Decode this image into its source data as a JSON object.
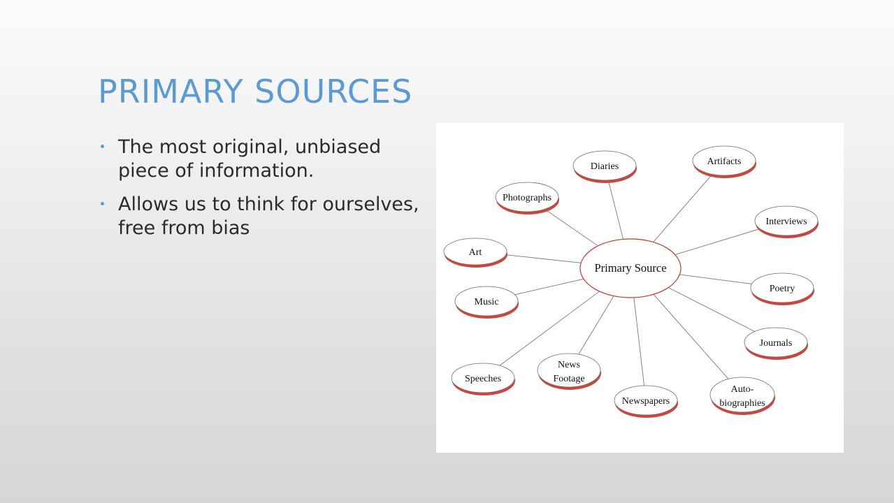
{
  "slide": {
    "title": "PRIMARY SOURCES",
    "bullets": [
      "The most original, unbiased piece of information.",
      "Allows us to think for ourselves, free from bias"
    ]
  },
  "diagram": {
    "center": "Primary Source",
    "nodes": [
      {
        "label": "Diaries"
      },
      {
        "label": "Artifacts"
      },
      {
        "label": "Photographs"
      },
      {
        "label": "Interviews"
      },
      {
        "label": "Art"
      },
      {
        "label": "Poetry"
      },
      {
        "label": "Music"
      },
      {
        "label": "Journals"
      },
      {
        "label": "Speeches"
      },
      {
        "label": "News Footage"
      },
      {
        "label": "Newspapers"
      },
      {
        "label": "Auto-biographies"
      }
    ]
  },
  "colors": {
    "title": "#5b9bd5",
    "bullet_text": "#2b2b2b",
    "node_outline": "#c0392b",
    "node_shadow": "#d0453a",
    "connector": "#777777"
  }
}
